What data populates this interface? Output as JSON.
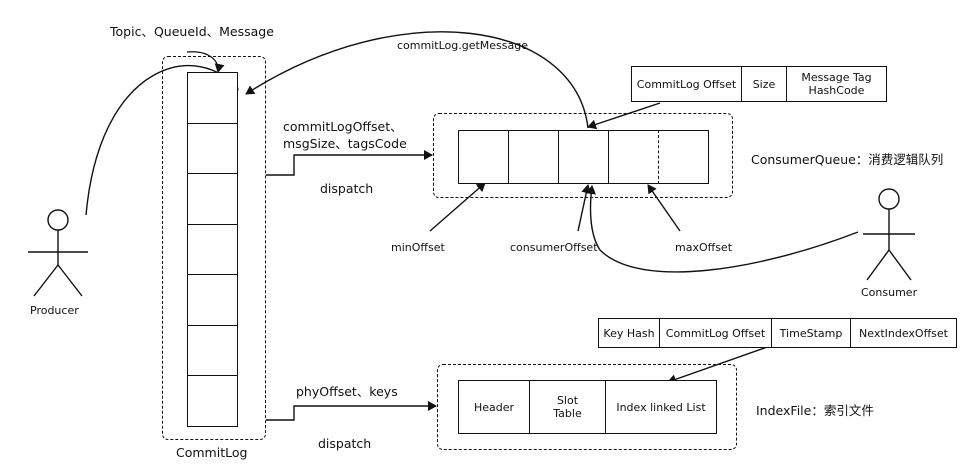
{
  "producer": {
    "label": "Producer",
    "message_label": "Topic、QueueId、Message"
  },
  "consumer": {
    "label": "Consumer"
  },
  "commitlog": {
    "label": "CommitLog",
    "slots": 7,
    "get_message_label": "commitLog.getMessage"
  },
  "consumequeue": {
    "label": "ConsumerQueue：消费逻辑队列",
    "dispatch_fields_line1": "commitLogOffset、",
    "dispatch_fields_line2": "msgSize、tagsCode",
    "dispatch_label": "dispatch",
    "cells": 5,
    "entry_fields": {
      "offset": "CommitLog Offset",
      "size": "Size",
      "tag_line1": "Message Tag",
      "tag_line2": "HashCode"
    },
    "pointers": {
      "min": "minOffset",
      "consumer": "consumerOffset",
      "max": "maxOffset"
    }
  },
  "indexfile": {
    "label": "IndexFile：索引文件",
    "dispatch_fields": "phyOffset、keys",
    "dispatch_label": "dispatch",
    "parts": {
      "header": "Header",
      "slot_line1": "Slot",
      "slot_line2": "Table",
      "index_list": "Index linked List"
    },
    "entry_fields": {
      "key_hash": "Key Hash",
      "offset": "CommitLog Offset",
      "timestamp": "TimeStamp",
      "next": "NextIndexOffset"
    }
  }
}
